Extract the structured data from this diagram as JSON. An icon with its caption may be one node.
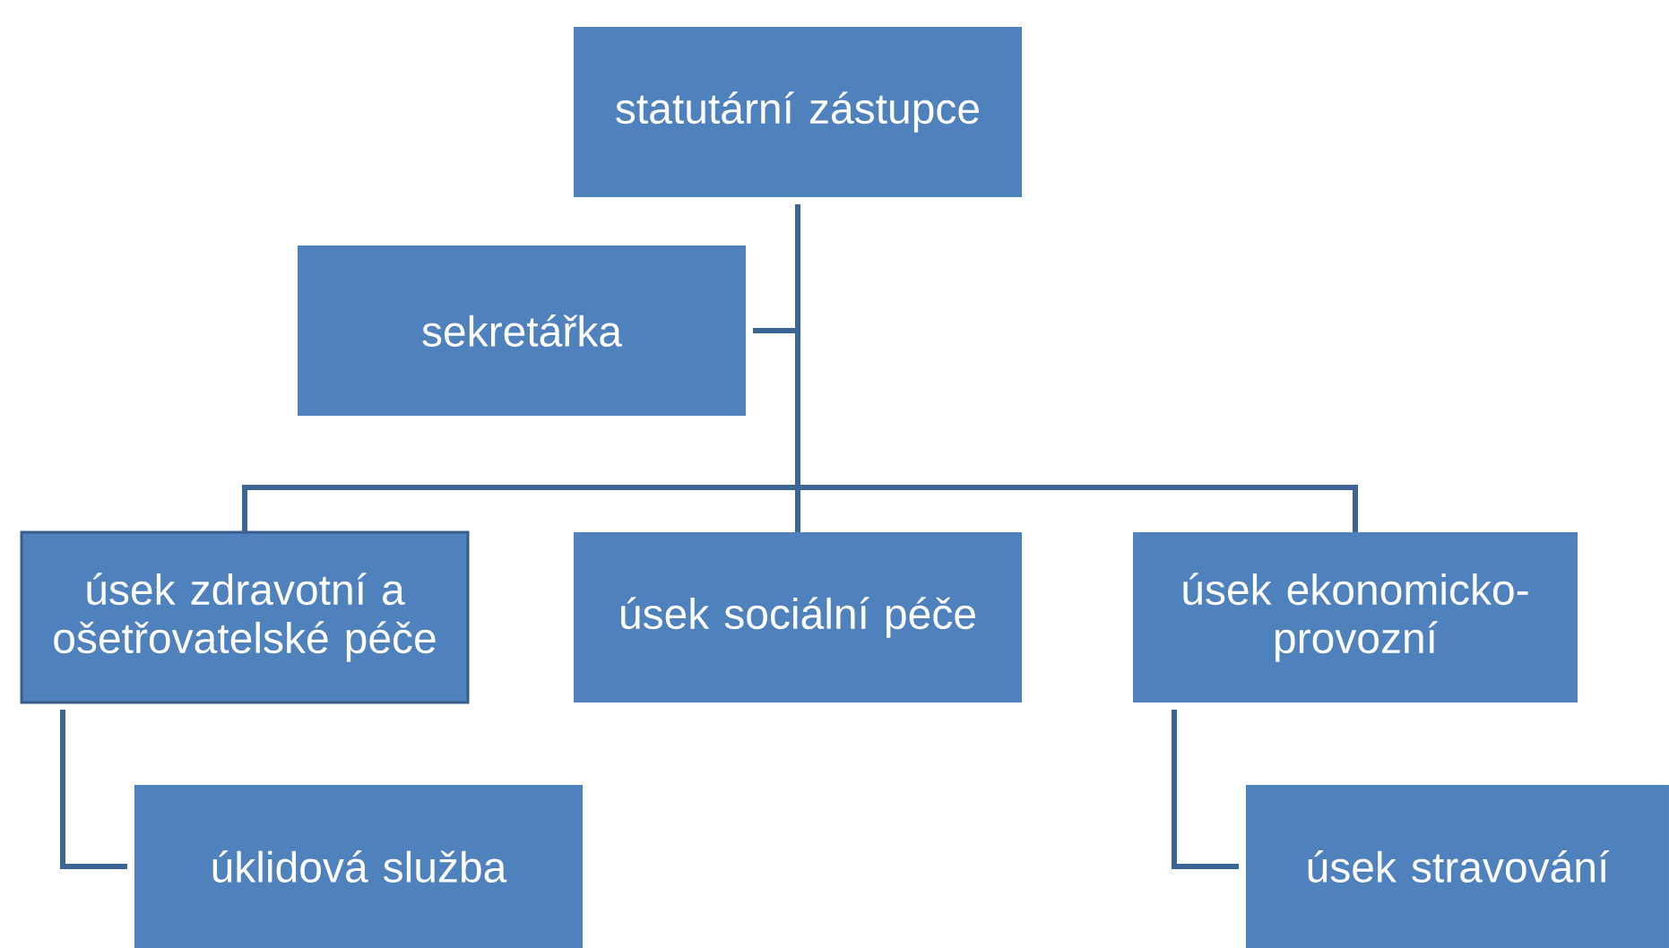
{
  "diagram": {
    "nodes": [
      {
        "text": [
          "statutární zástupce"
        ]
      },
      {
        "text": [
          "sekretářka"
        ]
      },
      {
        "text": [
          "úsek zdravotní a ošetřovatelské péče"
        ]
      },
      {
        "text": [
          "úsek sociální péče"
        ]
      },
      {
        "text": [
          "úsek ekonomicko-provozní"
        ]
      },
      {
        "text": [
          "úklidová služba"
        ]
      },
      {
        "text": [
          "úsek stravování"
        ]
      }
    ],
    "edges": [
      {
        "from": 0,
        "to": 1,
        "arrow": "none"
      },
      {
        "from": 0,
        "to": 2,
        "arrow": "none"
      },
      {
        "from": 0,
        "to": 3,
        "arrow": "none"
      },
      {
        "from": 0,
        "to": 4,
        "arrow": "none"
      },
      {
        "from": 2,
        "to": 5,
        "arrow": "none"
      },
      {
        "from": 4,
        "to": 6,
        "arrow": "none"
      }
    ]
  }
}
